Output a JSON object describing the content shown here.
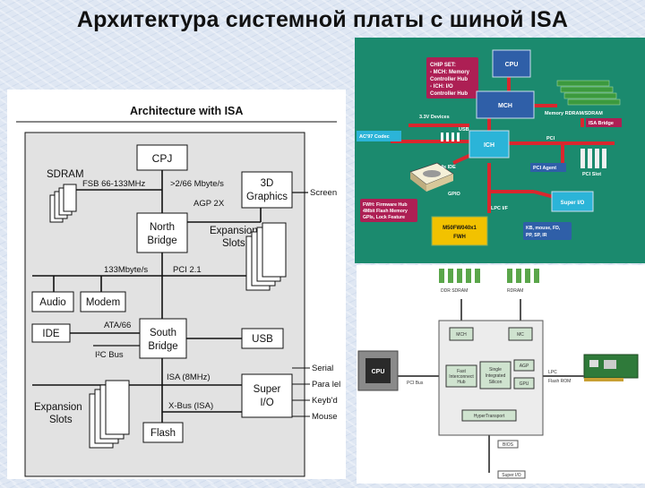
{
  "slide": {
    "title": "Архитектура системной платы с шиной ISA"
  },
  "left_diagram": {
    "title": "Architecture with ISA",
    "cpu": "CPJ",
    "sdram": "SDRAM",
    "fsb": "FSB 66-133MHz",
    "fsb_rate": ">2/66 Mbyte/s",
    "graphics_line1": "3D",
    "graphics_line2": "Graphics",
    "screen": "Screen",
    "agp": "AGP 2X",
    "north_line1": "North",
    "north_line2": "Bridge",
    "expansion_line1": "Expansion",
    "expansion_line2": "Slots",
    "pci_rate": "133Mbyte/s",
    "pci": "PCI 2.1",
    "audio": "Audio",
    "modem": "Modem",
    "ide": "IDE",
    "ata": "ATA/66",
    "south_line1": "South",
    "south_line2": "Bridge",
    "i2c": "I²C Bus",
    "usb": "USB",
    "isa": "ISA (8MHz)",
    "superio_line1": "Super",
    "superio_line2": "I/O",
    "serial": "Serial",
    "parallel": "Para lel",
    "keybd": "Keyb'd",
    "mouse": "Mouse",
    "xbus": "X-Bus (ISA)",
    "exp2_line1": "Expansion",
    "exp2_line2": "Slots",
    "flash": "Flash"
  },
  "color_diagram": {
    "chipset_lines": [
      "CHIP SET:",
      "- MCH: Memory",
      "Controller Hub",
      "- ICH: I/O",
      "Controller Hub"
    ],
    "cpu": "CPU",
    "mch": "MCH",
    "memory": "Memory RDRAM/SDRAM",
    "dev3": "3.3V Devices",
    "isa_bridge": "ISA Bridge",
    "ac97": "AC'97 Codec",
    "usb": "USB",
    "ich": "ICH",
    "pci": "PCI",
    "ide": "4x IDE",
    "pci_agent": "PCI Agent",
    "pci_slot": "PCI Slot",
    "gpio": "GPIO",
    "fwh_lines": [
      "FWH: Firmware Hub",
      "4Mbit Flash Memory",
      "GPIs, Lock Feature"
    ],
    "lpc": "LPC I/F",
    "superio": "Super I/O",
    "fwh_chip_line1": "M50FW040x1",
    "fwh_chip_line2": "FWH",
    "kb_lines": [
      "KB, mouse, FD,",
      "PP, SP, IR"
    ]
  },
  "lower_diagram": {
    "cpu": "CPU",
    "mem_note_left": "DDR SDRAM",
    "mem_note_right": "RDRAM",
    "mch": "MCH",
    "mc": "MC",
    "fast_lines": [
      "Fast",
      "Interconnect",
      "Hub"
    ],
    "sys_lines": [
      "Single",
      "Integrated",
      "Silicon"
    ],
    "agp": "AGP",
    "gpu": "GPU",
    "hyper": "HyperTransport",
    "bus_note": "PCI Bus",
    "bios": "BIOS",
    "lpc_note": "LPC",
    "dev_note": "Flash ROM",
    "bottom_note": "Super I/O"
  },
  "colors": {
    "teal": "#1b8a6e",
    "magenta": "#ad1f54",
    "red_bus": "#d9272e",
    "blue_chip": "#2f5fa8",
    "cyan_chip": "#2bb4d8"
  }
}
